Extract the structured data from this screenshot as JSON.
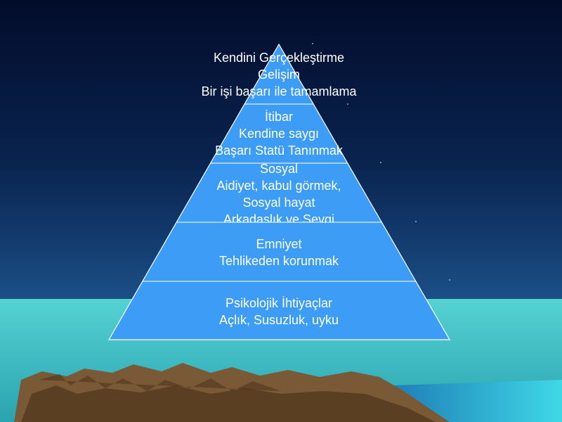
{
  "pyramid": {
    "levels": [
      {
        "lines": [
          "Kendini Gerçekleştirme",
          "Gelişim",
          "Bir işi başarı ile tamamlama"
        ]
      },
      {
        "lines": [
          "İtibar",
          "Kendine saygı",
          "Başarı Statü Tanınmak"
        ]
      },
      {
        "lines": [
          "Sosyal",
          "Aidiyet, kabul görmek,",
          "Sosyal hayat",
          "Arkadaşlık ve Sevgi"
        ]
      },
      {
        "lines": [
          "Emniyet",
          "Tehlikeden korunmak"
        ]
      },
      {
        "lines": [
          "Psikolojik İhtiyaçlar",
          "Açlık, Susuzluk, uyku"
        ]
      }
    ]
  },
  "colors": {
    "pyramid_fill": "#3d9cf6",
    "pyramid_stroke": "#ffffff",
    "sky_top": "#020c2a",
    "sky_bottom": "#16487c",
    "sea": "#3fc1c4",
    "mountain": "#7a5a36",
    "text": "#ffffff"
  }
}
